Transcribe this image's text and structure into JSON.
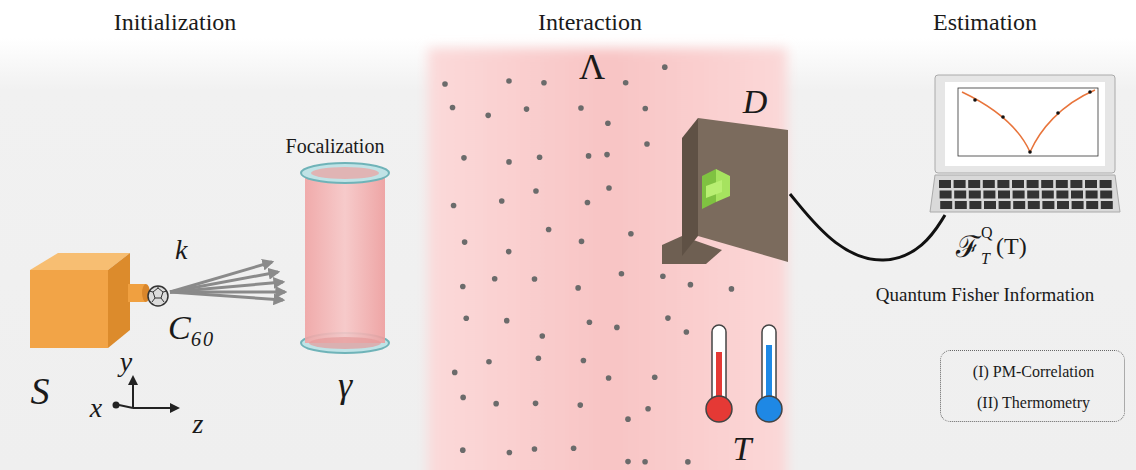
{
  "diagram": {
    "nodes": [
      {
        "text": [
          "Interaction",
          "Λ",
          "T"
        ]
      },
      {
        "text": [
          "D"
        ],
        "in": 0
      },
      {
        "text": [
          "Estimation"
        ]
      },
      {
        "text": [
          "(I) PM-Correlation",
          "(II) Thermometry"
        ]
      },
      {
        "text": [
          "Focalization",
          "γ"
        ]
      },
      {
        "text": [
          "S"
        ]
      }
    ],
    "edges": [
      {
        "from": 1,
        "to": 2,
        "arrow": "none"
      }
    ],
    "labels": [
      "Initialization",
      "C₆₀",
      "k⃗",
      "x",
      "y",
      "z",
      "ℱ",
      "T",
      "Q",
      "(T)",
      "Quantum Fisher Information"
    ]
  }
}
